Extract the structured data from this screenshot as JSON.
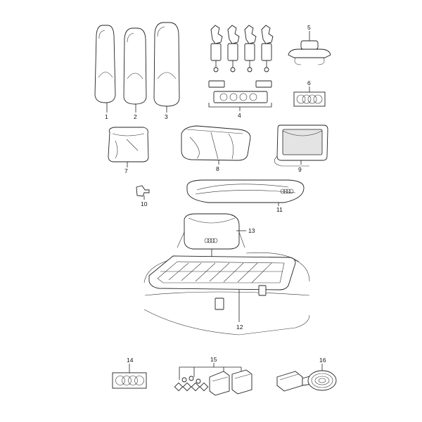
{
  "callouts": [
    "1",
    "2",
    "3",
    "4",
    "5",
    "6",
    "7",
    "8",
    "9",
    "10",
    "11",
    "12",
    "13",
    "14",
    "15",
    "16"
  ],
  "icons": {
    "roof_box": "roof-box-icon",
    "rings_logo": "four-rings-logo"
  }
}
